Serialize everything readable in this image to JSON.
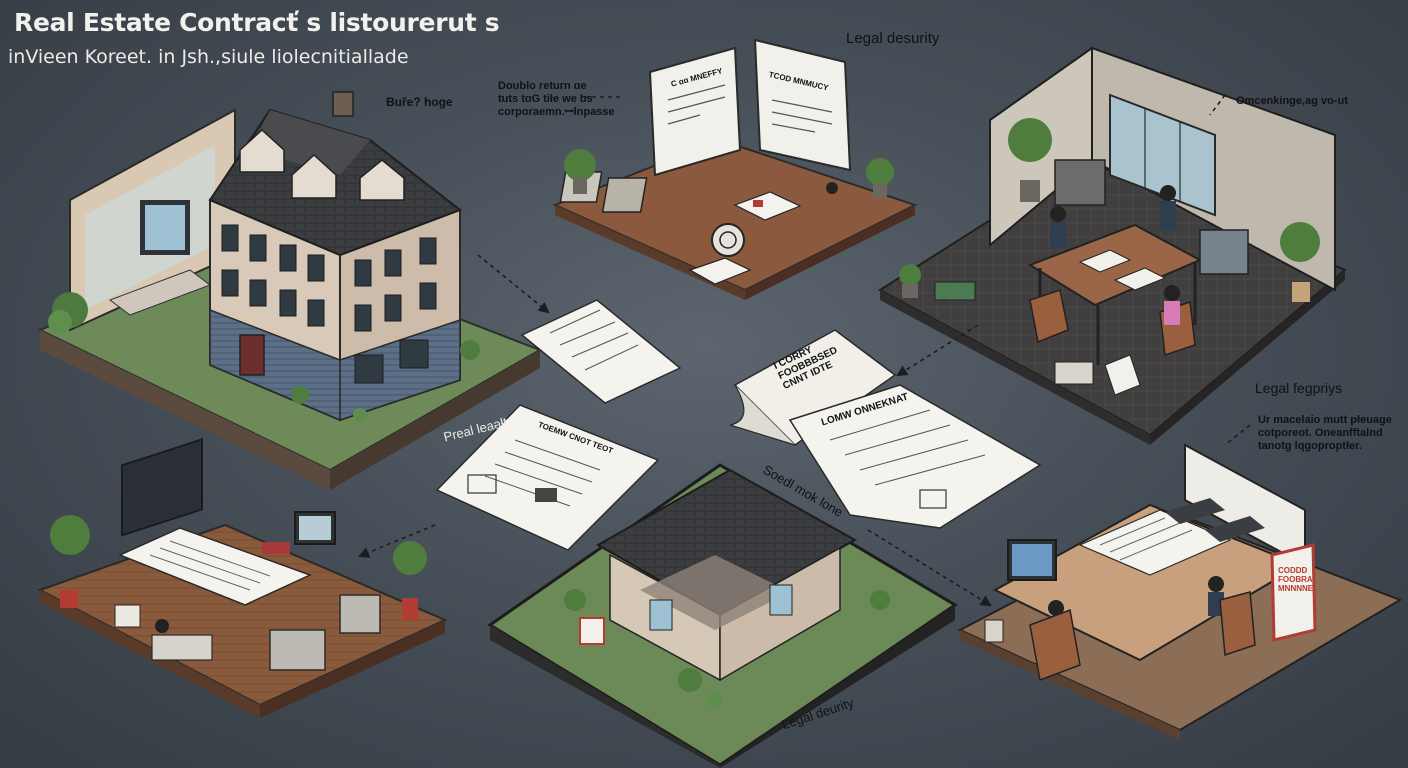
{
  "header": {
    "title": "Real Estate Contracť s listourerut s",
    "subtitle": "inVieen Koreet. in Jsh.,siule liolecnitiallade"
  },
  "labels": {
    "buyer_house": "Buře? hoge",
    "double_return": [
      "Doublo return ɑe",
      "tuts tɑG tiłe we bs",
      "corporaemn.ꟷlnpasse"
    ],
    "legal_security_top": "Legal desurity",
    "ownership_right": "Omcenkinge,ag vo-ut",
    "legal_registry": "Legal fegpriys",
    "registry_note": [
      "Ur macelaio mutt płeuage",
      "cotporeot. Oneanfftalnd",
      "tanotg lqgoproptłer."
    ],
    "preal_lead": "Preal leaǝłt",
    "search_note": "Soedl mok lone",
    "legal_security_bottom": "Legal deurity"
  },
  "documents": {
    "doc_top_left": "C ɑɑ MNEFFY",
    "doc_top_right": "TCOD MNMUCY",
    "doc_center_left": "TOEMW CNOT TEOT",
    "doc_center_right": [
      "I CORRY",
      "FOOBBBSED",
      "CNNT IDTE"
    ],
    "doc_center_big": "LOMW ONNEKNAT",
    "sign_right": [
      "CODDD",
      "FOOBRA",
      "MNNNNE"
    ]
  },
  "colors": {
    "background": "#474f58",
    "floor_wood": "#8a5a3c",
    "floor_dark": "#3b3a3a",
    "lawn": "#6f8c5a",
    "roof": "#3a3b3d",
    "paper": "#f4f3ee",
    "accent_red": "#b23b34"
  }
}
